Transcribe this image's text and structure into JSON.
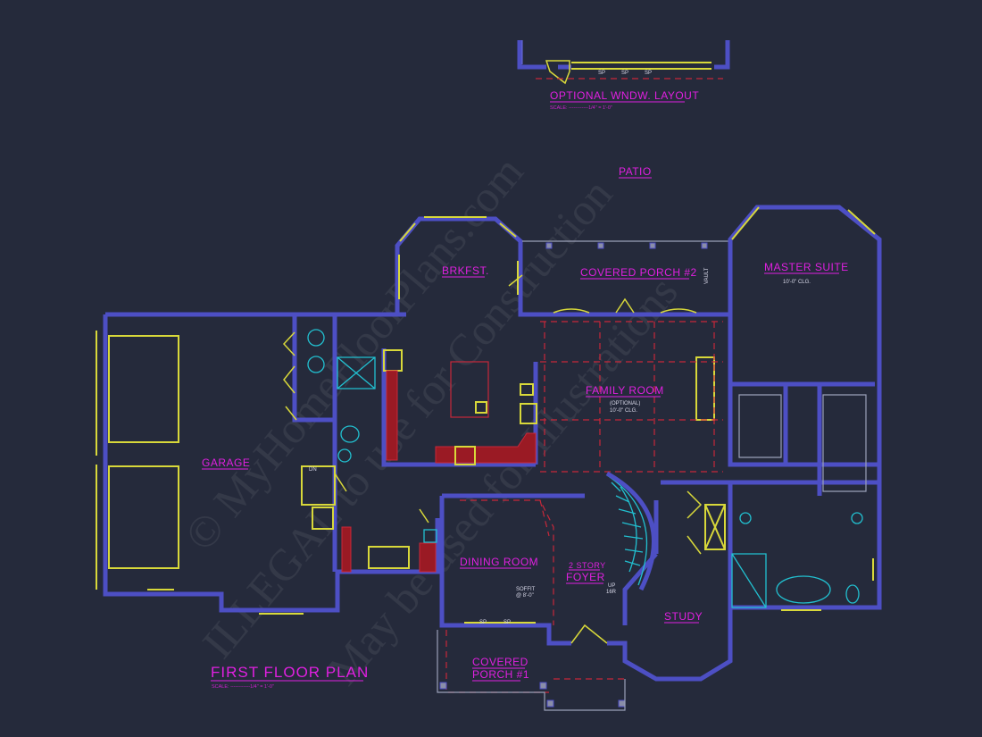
{
  "drawing": {
    "title": "FIRST FLOOR PLAN",
    "scale_text": "SCALE: ------------1/4\" = 1'-0\"",
    "colors": {
      "background": "#252a3b",
      "walls": "#4d4fc4",
      "labels": "#e020e0",
      "windows_doors": "#d8d83a",
      "dashed_lines": "#c8283a",
      "fixtures": "#22c0d0"
    }
  },
  "optional_window": {
    "title": "OPTIONAL WNDW. LAYOUT",
    "scale_text": "SCALE: ------------1/4\" = 1'-0\"",
    "notes": [
      "SP",
      "SP",
      "SP"
    ]
  },
  "rooms": {
    "patio": "PATIO",
    "brkfst": "BRKFST.",
    "covered_porch_2": "COVERED PORCH #2",
    "vault": "VAULT",
    "master_suite": "MASTER SUITE",
    "master_clg": "10'-0\" CLG.",
    "garage": "GARAGE",
    "dn": "DN",
    "family_room": "FAMILY ROOM",
    "family_optional": "(OPTIONAL)",
    "family_clg": "10'-0\" CLG.",
    "dining_room": "DINING ROOM",
    "soffit_1": "SOFFIT",
    "soffit_2": "@ 8'-0\"",
    "dining_sp": [
      "SP",
      "SP"
    ],
    "foyer_1": "2 STORY",
    "foyer_2": "FOYER",
    "stair_1": "UP",
    "stair_2": "16R",
    "study": "STUDY",
    "covered_porch_1a": "COVERED",
    "covered_porch_1b": "PORCH #1"
  },
  "watermark": {
    "line1": "© MyHomeFloorPlans.com",
    "line2": "ILLEGAL to use for Construction",
    "line3": "May be used for Illustrations"
  }
}
